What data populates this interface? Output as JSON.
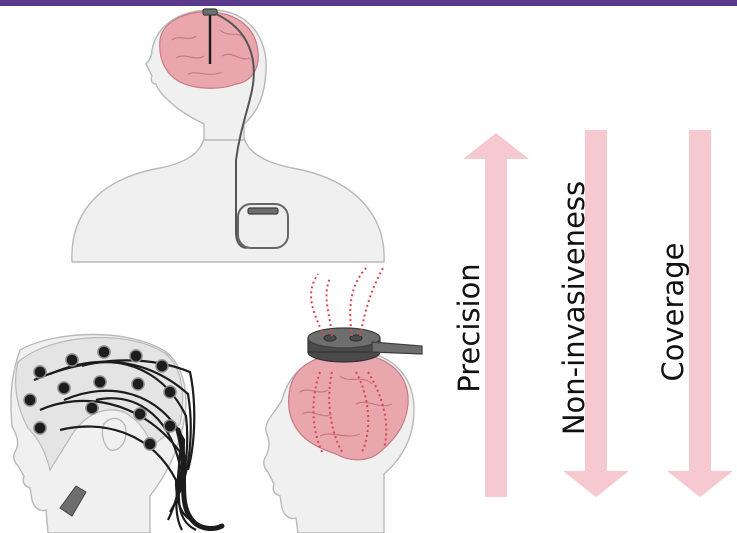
{
  "colors": {
    "top_bar": "#5b3a8e",
    "arrow": "#f5c9cf",
    "brain": "#e9a6ad",
    "brain_outline": "#c77a84",
    "skin": "#f0f0f0",
    "skin_outline": "#b9b9b9",
    "device": "#6e6e6e",
    "cable": "#1c1c1c",
    "field": "#d9474f"
  },
  "illustrations": {
    "top": "deep-brain-stimulation-implant",
    "bottom_left": "eeg-electrode-cap",
    "bottom_right": "transcranial-stimulation-coil"
  },
  "arrows": [
    {
      "label": "Precision",
      "direction": "up"
    },
    {
      "label": "Non-invasiveness",
      "direction": "down"
    },
    {
      "label": "Coverage",
      "direction": "down"
    }
  ]
}
